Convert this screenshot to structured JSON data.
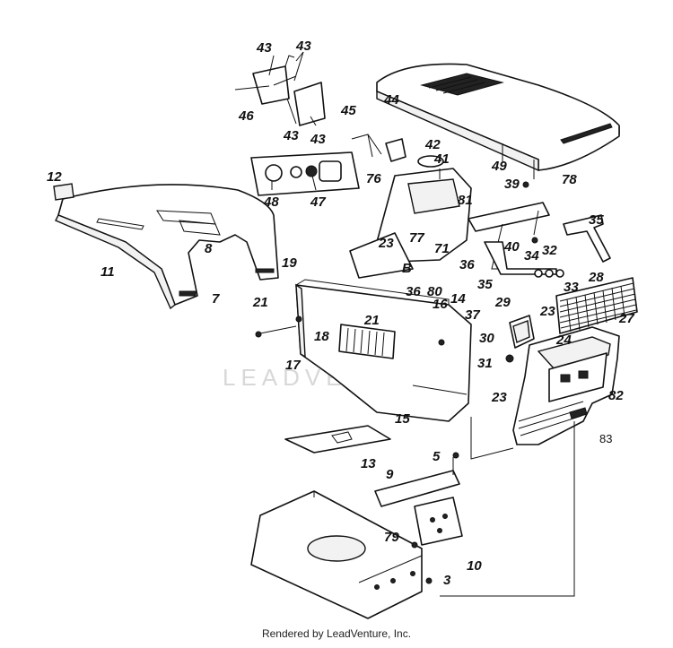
{
  "watermark": "LEADVENTURE",
  "footer": "Rendered by LeadVenture, Inc.",
  "callouts": {
    "c12": "12",
    "c11": "11",
    "c8": "8",
    "c7": "7",
    "c43a": "43",
    "c43b": "43",
    "c43c": "43",
    "c43d": "43",
    "c46": "46",
    "c48": "48",
    "c47": "47",
    "c45": "45",
    "c44": "44",
    "c42": "42",
    "c76": "76",
    "c49": "49",
    "c78": "78",
    "c41": "41",
    "c81": "81",
    "c39": "39",
    "c35a": "35",
    "c23a": "23",
    "c77": "77",
    "c71": "71",
    "cB": "B",
    "c40": "40",
    "c34": "34",
    "c32": "32",
    "c36a": "36",
    "c33": "33",
    "c35b": "35",
    "c28": "28",
    "c19": "19",
    "c21a": "21",
    "c36b": "36",
    "c80": "80",
    "c14": "14",
    "c16": "16",
    "c37": "37",
    "c21b": "21",
    "c18": "18",
    "c17": "17",
    "c29": "29",
    "c23b": "23",
    "c27": "27",
    "c30": "30",
    "c24": "24",
    "c31": "31",
    "c82": "82",
    "c23c": "23",
    "c83": "83",
    "c15": "15",
    "c13": "13",
    "c5": "5",
    "c9": "9",
    "c79": "79",
    "c10": "10",
    "c3": "3"
  }
}
